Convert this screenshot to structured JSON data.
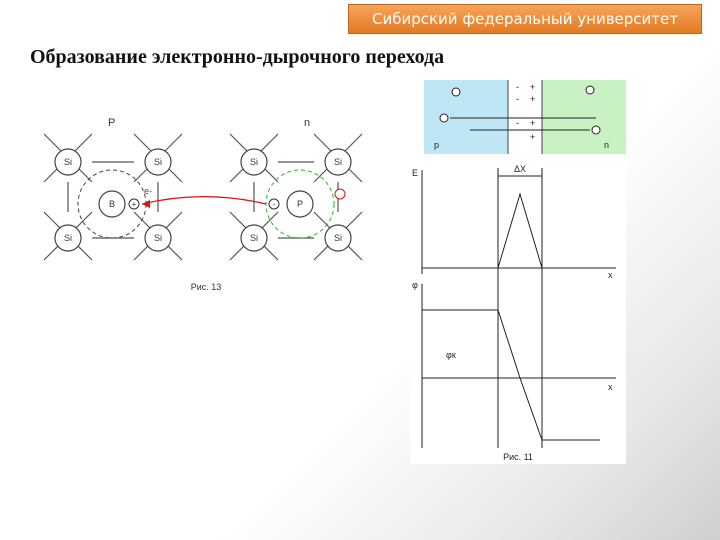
{
  "header": {
    "university": "Сибирский федеральный университет"
  },
  "slide": {
    "title": "Образование электронно-дырочного перехода"
  },
  "fig13": {
    "caption": "Рис. 13",
    "region_p": "P",
    "region_n": "n",
    "atom_si": "Si",
    "atom_b": "B",
    "atom_p": "P",
    "electron_label": "e-",
    "colors": {
      "arrow": "#d01818",
      "lattice": "#555555",
      "dashed": "#2bb32b"
    }
  },
  "fig11": {
    "caption": "Рис. 11",
    "label_p": "p",
    "label_n": "n",
    "delta_x": "ΔX",
    "axis_e": "E",
    "axis_phi": "φ",
    "phi_k": "φк",
    "axis_x": "x",
    "minus": "-",
    "plus": "+",
    "colors": {
      "p_region": "#bfe6f5",
      "n_region": "#c9f2c4"
    }
  }
}
